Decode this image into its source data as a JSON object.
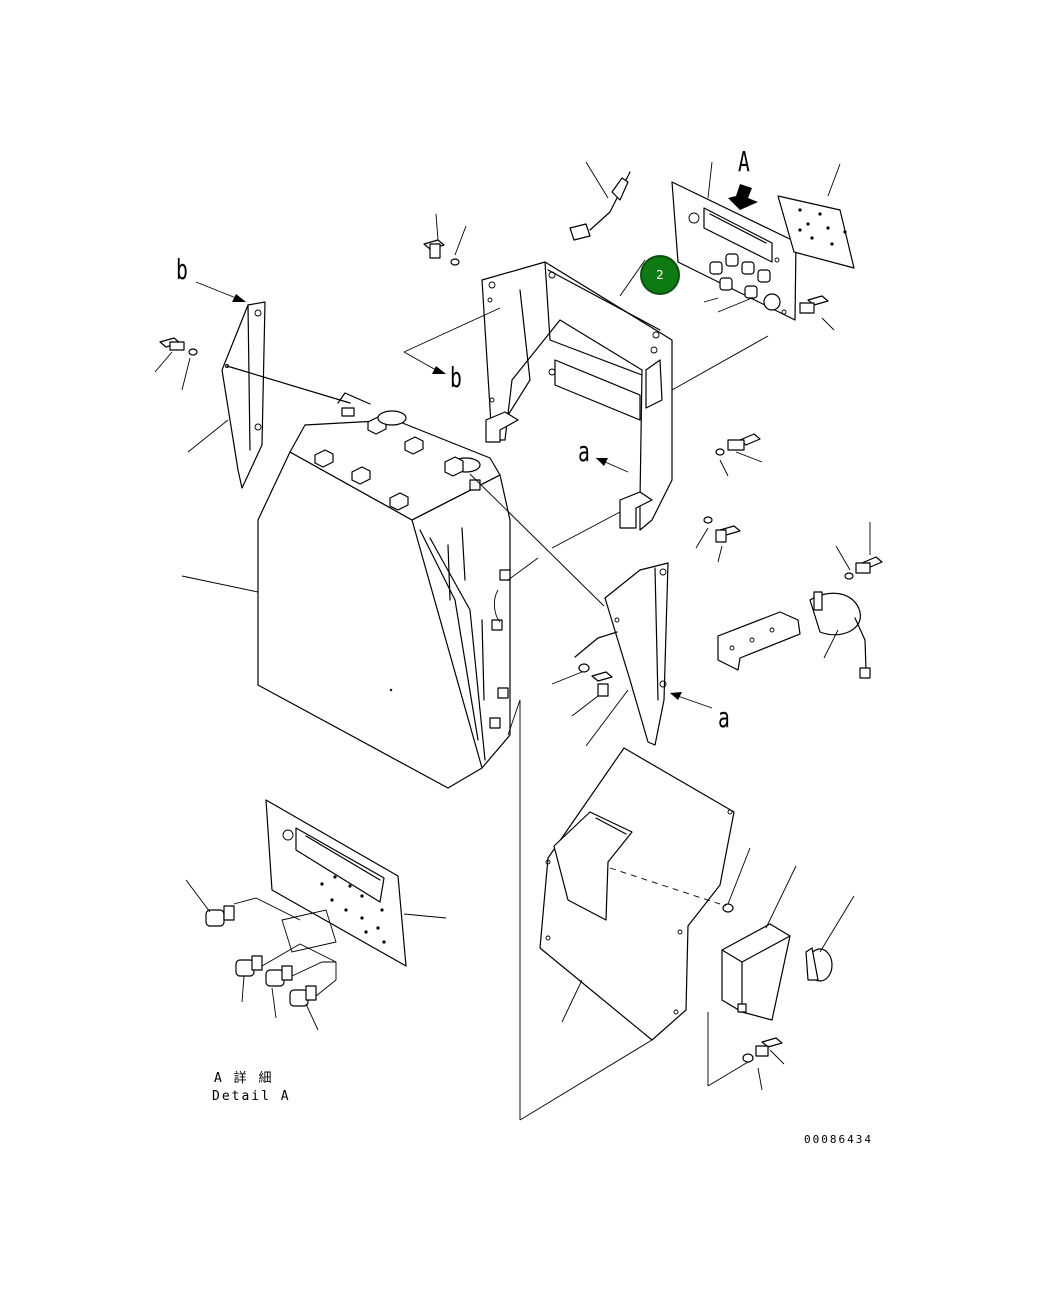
{
  "labels": {
    "A": "A",
    "b_left": "b",
    "b_center": "b",
    "a_mid": "a",
    "a_lower": "a"
  },
  "callout": {
    "number": "2",
    "color": "#0e7a13"
  },
  "detail": {
    "jp": "A 詳 細",
    "en": "Detail A"
  },
  "drawing_number": "00086434"
}
